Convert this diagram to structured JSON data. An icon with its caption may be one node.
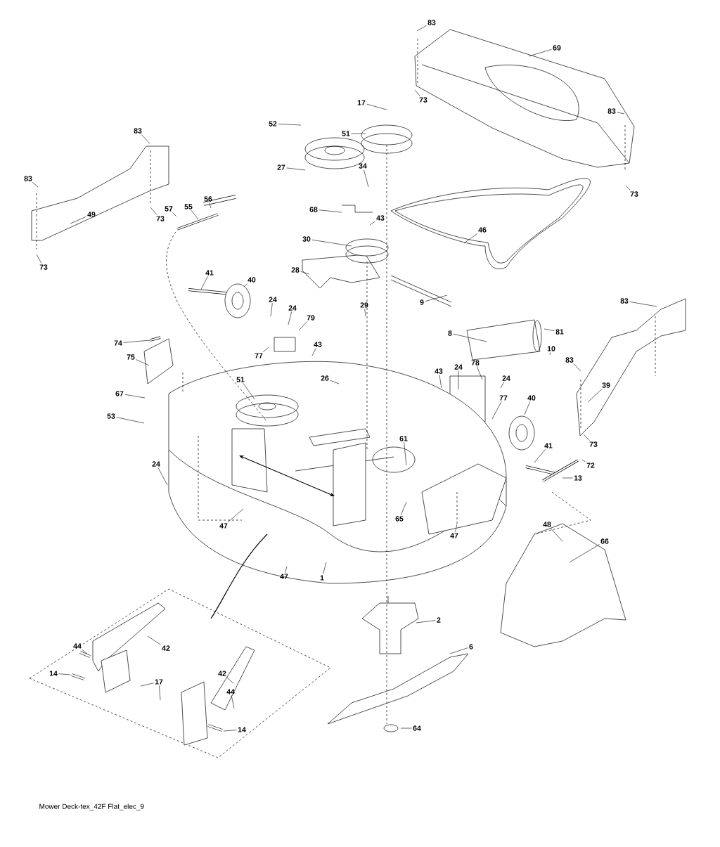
{
  "diagram": {
    "caption": "Mower Deck-tex_42F Flat_elec_9",
    "nodes": [
      {
        "text": [
          "83"
        ]
      },
      {
        "text": [
          "69"
        ]
      },
      {
        "text": [
          "73"
        ]
      },
      {
        "text": [
          "17"
        ]
      },
      {
        "text": [
          "52"
        ]
      },
      {
        "text": [
          "51"
        ]
      },
      {
        "text": [
          "83"
        ]
      },
      {
        "text": [
          "83"
        ]
      },
      {
        "text": [
          "34"
        ]
      },
      {
        "text": [
          "27"
        ]
      },
      {
        "text": [
          "83"
        ]
      },
      {
        "text": [
          "73"
        ]
      },
      {
        "text": [
          "56"
        ]
      },
      {
        "text": [
          "57"
        ]
      },
      {
        "text": [
          "55"
        ]
      },
      {
        "text": [
          "49"
        ]
      },
      {
        "text": [
          "68"
        ]
      },
      {
        "text": [
          "43"
        ]
      },
      {
        "text": [
          "46"
        ]
      },
      {
        "text": [
          "30"
        ]
      },
      {
        "text": [
          "73"
        ]
      },
      {
        "text": [
          "73"
        ]
      },
      {
        "text": [
          "28"
        ]
      },
      {
        "text": [
          "41"
        ]
      },
      {
        "text": [
          "40"
        ]
      },
      {
        "text": [
          "9"
        ]
      },
      {
        "text": [
          "29"
        ]
      },
      {
        "text": [
          "24"
        ]
      },
      {
        "text": [
          "24"
        ]
      },
      {
        "text": [
          "79"
        ]
      },
      {
        "text": [
          "8"
        ]
      },
      {
        "text": [
          "81"
        ]
      },
      {
        "text": [
          "10"
        ]
      },
      {
        "text": [
          "83"
        ]
      },
      {
        "text": [
          "83"
        ]
      },
      {
        "text": [
          "39"
        ]
      },
      {
        "text": [
          "74"
        ]
      },
      {
        "text": [
          "75"
        ]
      },
      {
        "text": [
          "43"
        ]
      },
      {
        "text": [
          "77"
        ]
      },
      {
        "text": [
          "43"
        ]
      },
      {
        "text": [
          "24"
        ]
      },
      {
        "text": [
          "78"
        ]
      },
      {
        "text": [
          "24"
        ]
      },
      {
        "text": [
          "26"
        ]
      },
      {
        "text": [
          "51"
        ]
      },
      {
        "text": [
          "67"
        ]
      },
      {
        "text": [
          "77"
        ]
      },
      {
        "text": [
          "40"
        ]
      },
      {
        "text": [
          "53"
        ]
      },
      {
        "text": [
          "73"
        ]
      },
      {
        "text": [
          "41"
        ]
      },
      {
        "text": [
          "61"
        ]
      },
      {
        "text": [
          "72"
        ]
      },
      {
        "text": [
          "13"
        ]
      },
      {
        "text": [
          "24"
        ]
      },
      {
        "text": [
          "65"
        ]
      },
      {
        "text": [
          "47"
        ]
      },
      {
        "text": [
          "48"
        ]
      },
      {
        "text": [
          "66"
        ]
      },
      {
        "text": [
          "47"
        ]
      },
      {
        "text": [
          "47"
        ]
      },
      {
        "text": [
          "1"
        ]
      },
      {
        "text": [
          "2"
        ]
      },
      {
        "text": [
          "6"
        ]
      },
      {
        "text": [
          "44"
        ]
      },
      {
        "text": [
          "42"
        ]
      },
      {
        "text": [
          "42"
        ]
      },
      {
        "text": [
          "14"
        ]
      },
      {
        "text": [
          "17"
        ]
      },
      {
        "text": [
          "44"
        ]
      },
      {
        "text": [
          "14"
        ]
      },
      {
        "text": [
          "64"
        ]
      }
    ],
    "edges": [
      {
        "from": 0,
        "to": null,
        "arrow": "none"
      },
      {
        "from": 1,
        "to": null,
        "arrow": "none"
      },
      {
        "from": 2,
        "to": null,
        "arrow": "none"
      },
      {
        "from": 3,
        "to": null,
        "arrow": "none"
      },
      {
        "from": 4,
        "to": null,
        "arrow": "none"
      },
      {
        "from": 5,
        "to": null,
        "arrow": "none"
      },
      {
        "from": 6,
        "to": null,
        "arrow": "none"
      },
      {
        "from": 7,
        "to": null,
        "arrow": "none"
      },
      {
        "from": 8,
        "to": null,
        "arrow": "none"
      },
      {
        "from": 9,
        "to": null,
        "arrow": "none"
      },
      {
        "from": 10,
        "to": null,
        "arrow": "none"
      },
      {
        "from": 11,
        "to": null,
        "arrow": "none"
      },
      {
        "from": 12,
        "to": null,
        "arrow": "none"
      },
      {
        "from": 13,
        "to": null,
        "arrow": "none"
      },
      {
        "from": 14,
        "to": null,
        "arrow": "none"
      },
      {
        "from": 15,
        "to": null,
        "arrow": "none"
      },
      {
        "from": 16,
        "to": null,
        "arrow": "none"
      },
      {
        "from": 17,
        "to": null,
        "arrow": "none"
      },
      {
        "from": 18,
        "to": null,
        "arrow": "none"
      },
      {
        "from": 19,
        "to": null,
        "arrow": "none"
      },
      {
        "from": 20,
        "to": null,
        "arrow": "none"
      },
      {
        "from": 21,
        "to": null,
        "arrow": "none"
      },
      {
        "from": 22,
        "to": null,
        "arrow": "none"
      },
      {
        "from": 23,
        "to": null,
        "arrow": "none"
      },
      {
        "from": 24,
        "to": null,
        "arrow": "none"
      },
      {
        "from": 25,
        "to": null,
        "arrow": "none"
      },
      {
        "from": 26,
        "to": null,
        "arrow": "none"
      },
      {
        "from": 27,
        "to": null,
        "arrow": "none"
      },
      {
        "from": 28,
        "to": null,
        "arrow": "none"
      },
      {
        "from": 29,
        "to": null,
        "arrow": "none"
      },
      {
        "from": 30,
        "to": null,
        "arrow": "none"
      },
      {
        "from": 31,
        "to": null,
        "arrow": "none"
      },
      {
        "from": 32,
        "to": null,
        "arrow": "none"
      },
      {
        "from": 33,
        "to": null,
        "arrow": "none"
      },
      {
        "from": 34,
        "to": null,
        "arrow": "none"
      },
      {
        "from": 35,
        "to": null,
        "arrow": "none"
      },
      {
        "from": 36,
        "to": null,
        "arrow": "none"
      },
      {
        "from": 37,
        "to": null,
        "arrow": "none"
      },
      {
        "from": 38,
        "to": null,
        "arrow": "none"
      },
      {
        "from": 39,
        "to": null,
        "arrow": "none"
      },
      {
        "from": 40,
        "to": null,
        "arrow": "none"
      },
      {
        "from": 41,
        "to": null,
        "arrow": "none"
      },
      {
        "from": 42,
        "to": null,
        "arrow": "none"
      },
      {
        "from": 43,
        "to": null,
        "arrow": "none"
      },
      {
        "from": 44,
        "to": null,
        "arrow": "none"
      },
      {
        "from": 45,
        "to": null,
        "arrow": "none"
      },
      {
        "from": 46,
        "to": null,
        "arrow": "none"
      },
      {
        "from": 47,
        "to": null,
        "arrow": "none"
      },
      {
        "from": 48,
        "to": null,
        "arrow": "none"
      },
      {
        "from": 49,
        "to": null,
        "arrow": "none"
      },
      {
        "from": 50,
        "to": null,
        "arrow": "none"
      },
      {
        "from": 51,
        "to": null,
        "arrow": "none"
      },
      {
        "from": 52,
        "to": null,
        "arrow": "none"
      },
      {
        "from": 53,
        "to": null,
        "arrow": "none"
      },
      {
        "from": 54,
        "to": null,
        "arrow": "none"
      },
      {
        "from": 55,
        "to": null,
        "arrow": "none"
      },
      {
        "from": 56,
        "to": null,
        "arrow": "none"
      },
      {
        "from": 57,
        "to": null,
        "arrow": "none"
      },
      {
        "from": 58,
        "to": null,
        "arrow": "none"
      },
      {
        "from": 59,
        "to": null,
        "arrow": "none"
      },
      {
        "from": 60,
        "to": null,
        "arrow": "none"
      },
      {
        "from": 61,
        "to": null,
        "arrow": "none"
      },
      {
        "from": 62,
        "to": null,
        "arrow": "none"
      },
      {
        "from": 63,
        "to": null,
        "arrow": "none"
      },
      {
        "from": 64,
        "to": null,
        "arrow": "none"
      },
      {
        "from": 65,
        "to": null,
        "arrow": "none"
      },
      {
        "from": 66,
        "to": null,
        "arrow": "none"
      },
      {
        "from": 67,
        "to": null,
        "arrow": "none"
      },
      {
        "from": 68,
        "to": null,
        "arrow": "none"
      },
      {
        "from": 69,
        "to": null,
        "arrow": "none"
      },
      {
        "from": 69,
        "to": null,
        "arrow": "none"
      },
      {
        "from": 70,
        "to": null,
        "arrow": "none"
      },
      {
        "from": 71,
        "to": null,
        "arrow": "none"
      },
      {
        "from": 72,
        "to": null,
        "arrow": "none"
      }
    ]
  }
}
